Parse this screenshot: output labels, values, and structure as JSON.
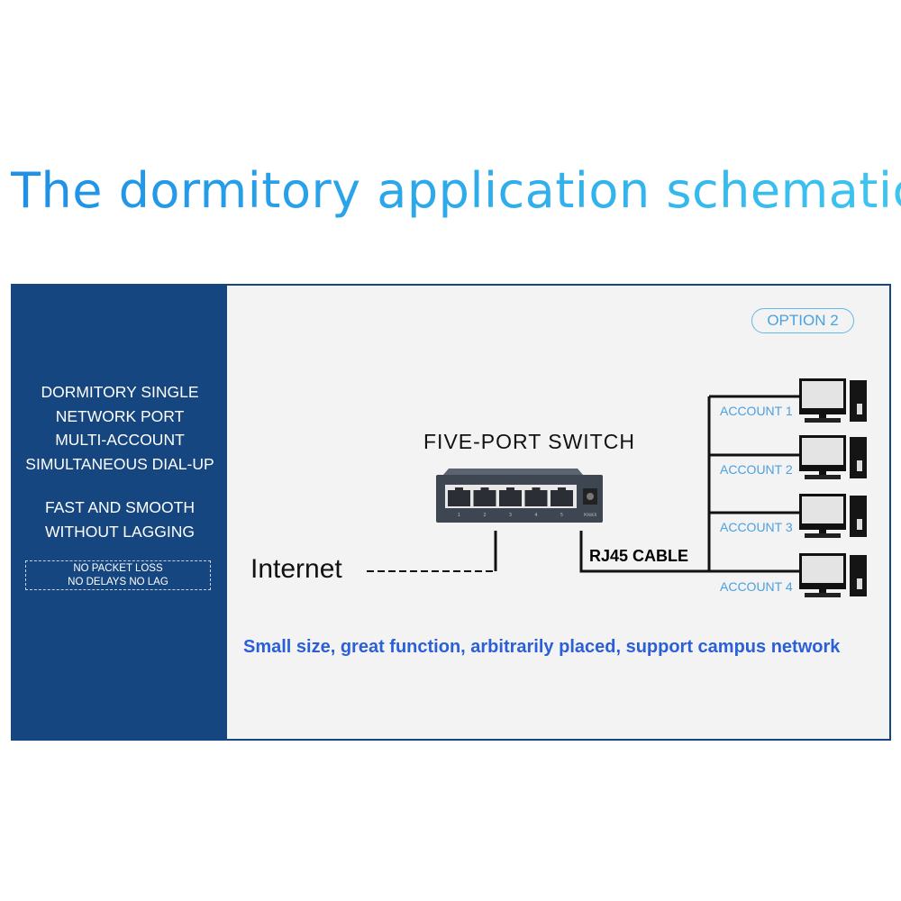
{
  "title": "The dormitory application schematic",
  "sidebar": {
    "lines": [
      "DORMITORY SINGLE",
      "NETWORK PORT",
      "MULTI-ACCOUNT",
      "SIMULTANEOUS DIAL-UP"
    ],
    "lines2": [
      "FAST AND SMOOTH",
      "WITHOUT LAGGING"
    ],
    "note": [
      "NO PACKET LOSS",
      "NO DELAYS  NO LAG"
    ]
  },
  "diagram": {
    "option": "OPTION 2",
    "switch_label": "FIVE-PORT SWITCH",
    "port_numbers": [
      "1",
      "2",
      "3",
      "4",
      "5"
    ],
    "power_label": "POWER",
    "internet_label": "Internet",
    "cable_label": "RJ45 CABLE",
    "accounts": [
      "ACCOUNT 1",
      "ACCOUNT 2",
      "ACCOUNT 3",
      "ACCOUNT 4"
    ],
    "slogan": "Small size, great function, arbitrarily placed, support campus network"
  },
  "colors": {
    "title": "#2aa6e8",
    "sidebar": "#16467f",
    "accent": "#4ba0e0",
    "slogan": "#2b5fd8"
  }
}
